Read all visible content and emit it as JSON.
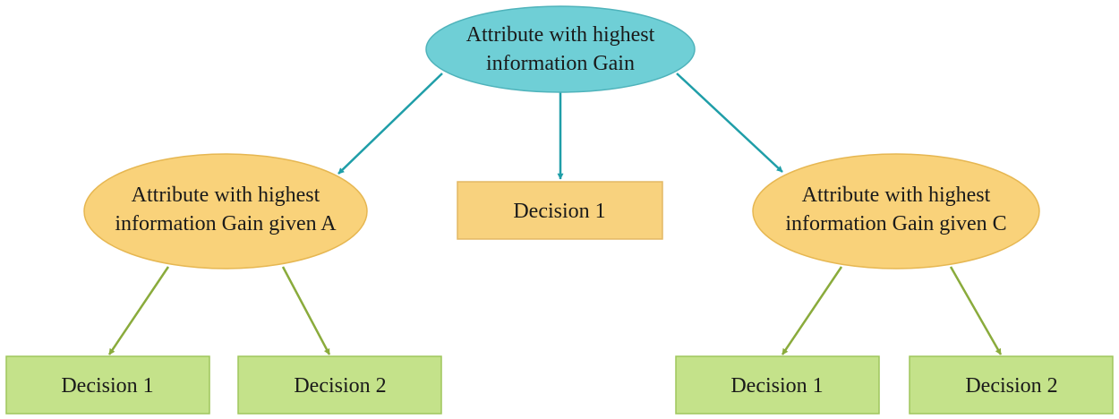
{
  "colors": {
    "root_fill": "#6fcfd6",
    "root_stroke": "#4fb3bb",
    "root_arrow": "#1f9ea8",
    "attr_fill": "#f9d27a",
    "attr_stroke": "#e6b752",
    "decision_mid_fill": "#f8d27e",
    "decision_mid_stroke": "#e3b865",
    "leaf_fill": "#c4e28a",
    "leaf_stroke": "#9fc65c",
    "leaf_arrow": "#8aab3c"
  },
  "nodes": {
    "root": {
      "shape": "ellipse",
      "lines": [
        "Attribute with highest",
        "information Gain"
      ]
    },
    "attr_a": {
      "shape": "ellipse",
      "lines": [
        "Attribute with highest",
        "information Gain given A"
      ]
    },
    "decision_mid": {
      "shape": "rect",
      "lines": [
        "Decision 1"
      ]
    },
    "attr_c": {
      "shape": "ellipse",
      "lines": [
        "Attribute with highest",
        "information Gain given C"
      ]
    },
    "leaf_a1": {
      "shape": "rect",
      "lines": [
        "Decision 1"
      ]
    },
    "leaf_a2": {
      "shape": "rect",
      "lines": [
        "Decision 2"
      ]
    },
    "leaf_c1": {
      "shape": "rect",
      "lines": [
        "Decision 1"
      ]
    },
    "leaf_c2": {
      "shape": "rect",
      "lines": [
        "Decision 2"
      ]
    }
  },
  "edges": [
    {
      "from": "root",
      "to": "attr_a"
    },
    {
      "from": "root",
      "to": "decision_mid"
    },
    {
      "from": "root",
      "to": "attr_c"
    },
    {
      "from": "attr_a",
      "to": "leaf_a1"
    },
    {
      "from": "attr_a",
      "to": "leaf_a2"
    },
    {
      "from": "attr_c",
      "to": "leaf_c1"
    },
    {
      "from": "attr_c",
      "to": "leaf_c2"
    }
  ]
}
